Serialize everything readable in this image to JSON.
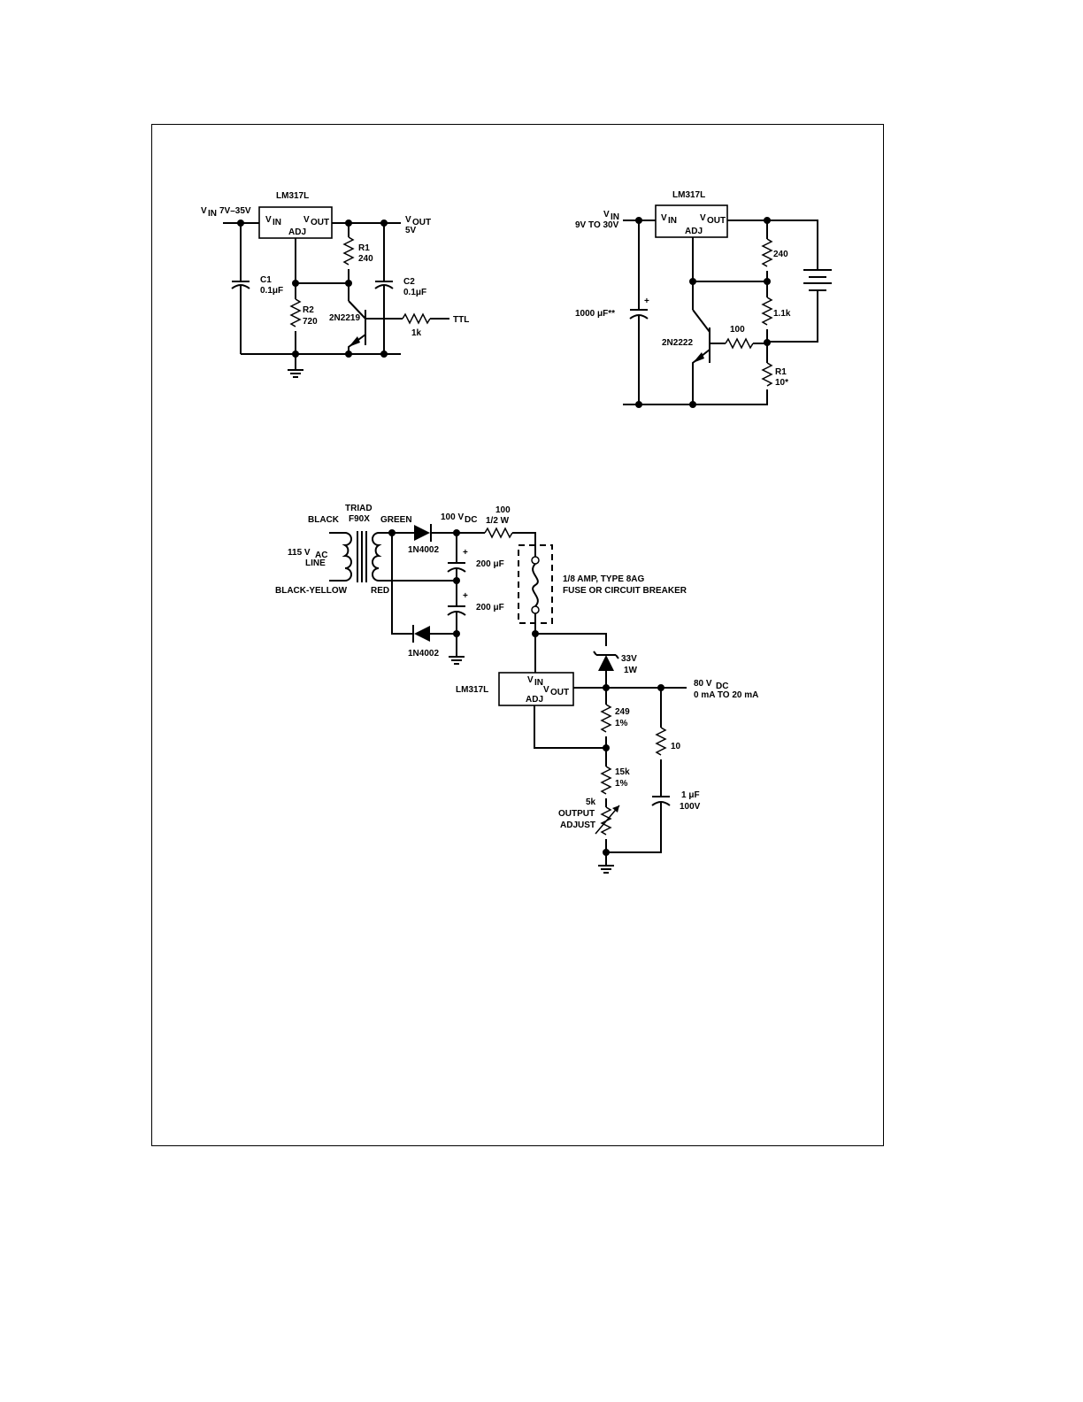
{
  "circuit1": {
    "vin_label": "V",
    "vin_sub": "IN",
    "vin_range": "7V–35V",
    "ic_name": "LM317L",
    "ic_vin": "V",
    "ic_vin_sub": "IN",
    "ic_vout": "V",
    "ic_vout_sub": "OUT",
    "ic_adj": "ADJ",
    "vout_label": "V",
    "vout_sub": "OUT",
    "vout_value": "5V",
    "r1_name": "R1",
    "r1_value": "240",
    "c1_name": "C1",
    "c1_value": "0.1μF",
    "c2_name": "C2",
    "c2_value": "0.1μF",
    "r2_name": "R2",
    "r2_value": "720",
    "transistor": "2N2219",
    "input_res": "1k",
    "ttl_label": "TTL"
  },
  "circuit2": {
    "ic_name": "LM317L",
    "vin_label": "V",
    "vin_sub": "IN",
    "vin_range": "9V TO 30V",
    "ic_vin": "V",
    "ic_vin_sub": "IN",
    "ic_vout": "V",
    "ic_vout_sub": "OUT",
    "ic_adj": "ADJ",
    "r_top": "240",
    "r_mid": "1.1k",
    "cap_value": "1000 μF**",
    "cap_plus": "+",
    "transistor": "2N2222",
    "base_res": "100",
    "r1_name": "R1",
    "r1_value": "10*"
  },
  "circuit3": {
    "transformer_brand": "TRIAD",
    "transformer_model": "F90X",
    "wire_black": "BLACK",
    "wire_green": "GREEN",
    "wire_black_yellow": "BLACK-YELLOW",
    "wire_red": "RED",
    "ac_label": "115 V",
    "ac_sub": "AC",
    "ac_line": "LINE",
    "dc_label": "100 V",
    "dc_sub": "DC",
    "diode_top": "1N4002",
    "diode_bottom": "1N4002",
    "series_res": "100",
    "series_res_power": "1/2 W",
    "cap_top": "200 μF",
    "cap_bottom": "200 μF",
    "cap_plus": "+",
    "fuse_line1": "1/8 AMP, TYPE 8AG",
    "fuse_line2": "FUSE OR CIRCUIT BREAKER",
    "zener_v": "33V",
    "zener_w": "1W",
    "ic_name": "LM317L",
    "ic_vin": "V",
    "ic_vin_sub": "IN",
    "ic_vout": "V",
    "ic_vout_sub": "OUT",
    "ic_adj": "ADJ",
    "out_label": "80 V",
    "out_sub": "DC",
    "out_range": "0 mA TO 20 mA",
    "r249": "249",
    "r249_tol": "1%",
    "r15k": "15k",
    "r15k_tol": "1%",
    "pot_value": "5k",
    "pot_label1": "OUTPUT",
    "pot_label2": "ADJUST",
    "r10": "10",
    "cap_out": "1 μF",
    "cap_out_v": "100V"
  }
}
